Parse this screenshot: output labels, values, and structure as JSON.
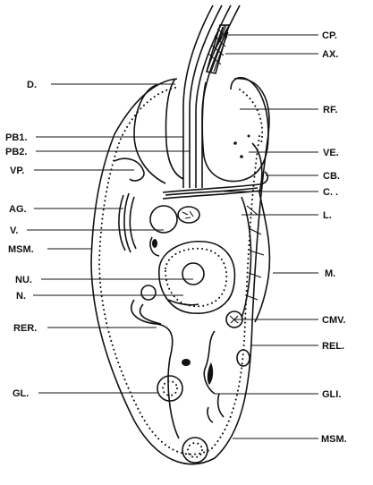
{
  "labels": {
    "left": {
      "d": "D.",
      "pb1": "PB1.",
      "pb2": "PB2.",
      "vp": "VP.",
      "ag": "AG.",
      "v": "V.",
      "msm": "MSM.",
      "nu": "NU.",
      "n": "N.",
      "rer": "RER.",
      "gl": "GL."
    },
    "right": {
      "cp": "CP.",
      "ax": "AX.",
      "rf": "RF.",
      "ve": "VE.",
      "cb": "CB.",
      "c": "C. .",
      "l": "L.",
      "m": "M.",
      "cmv": "CMV.",
      "rel": "REL.",
      "gli": "GLI.",
      "msm": "MSM."
    }
  },
  "colors": {
    "ink": "#111111",
    "background": "#ffffff"
  }
}
